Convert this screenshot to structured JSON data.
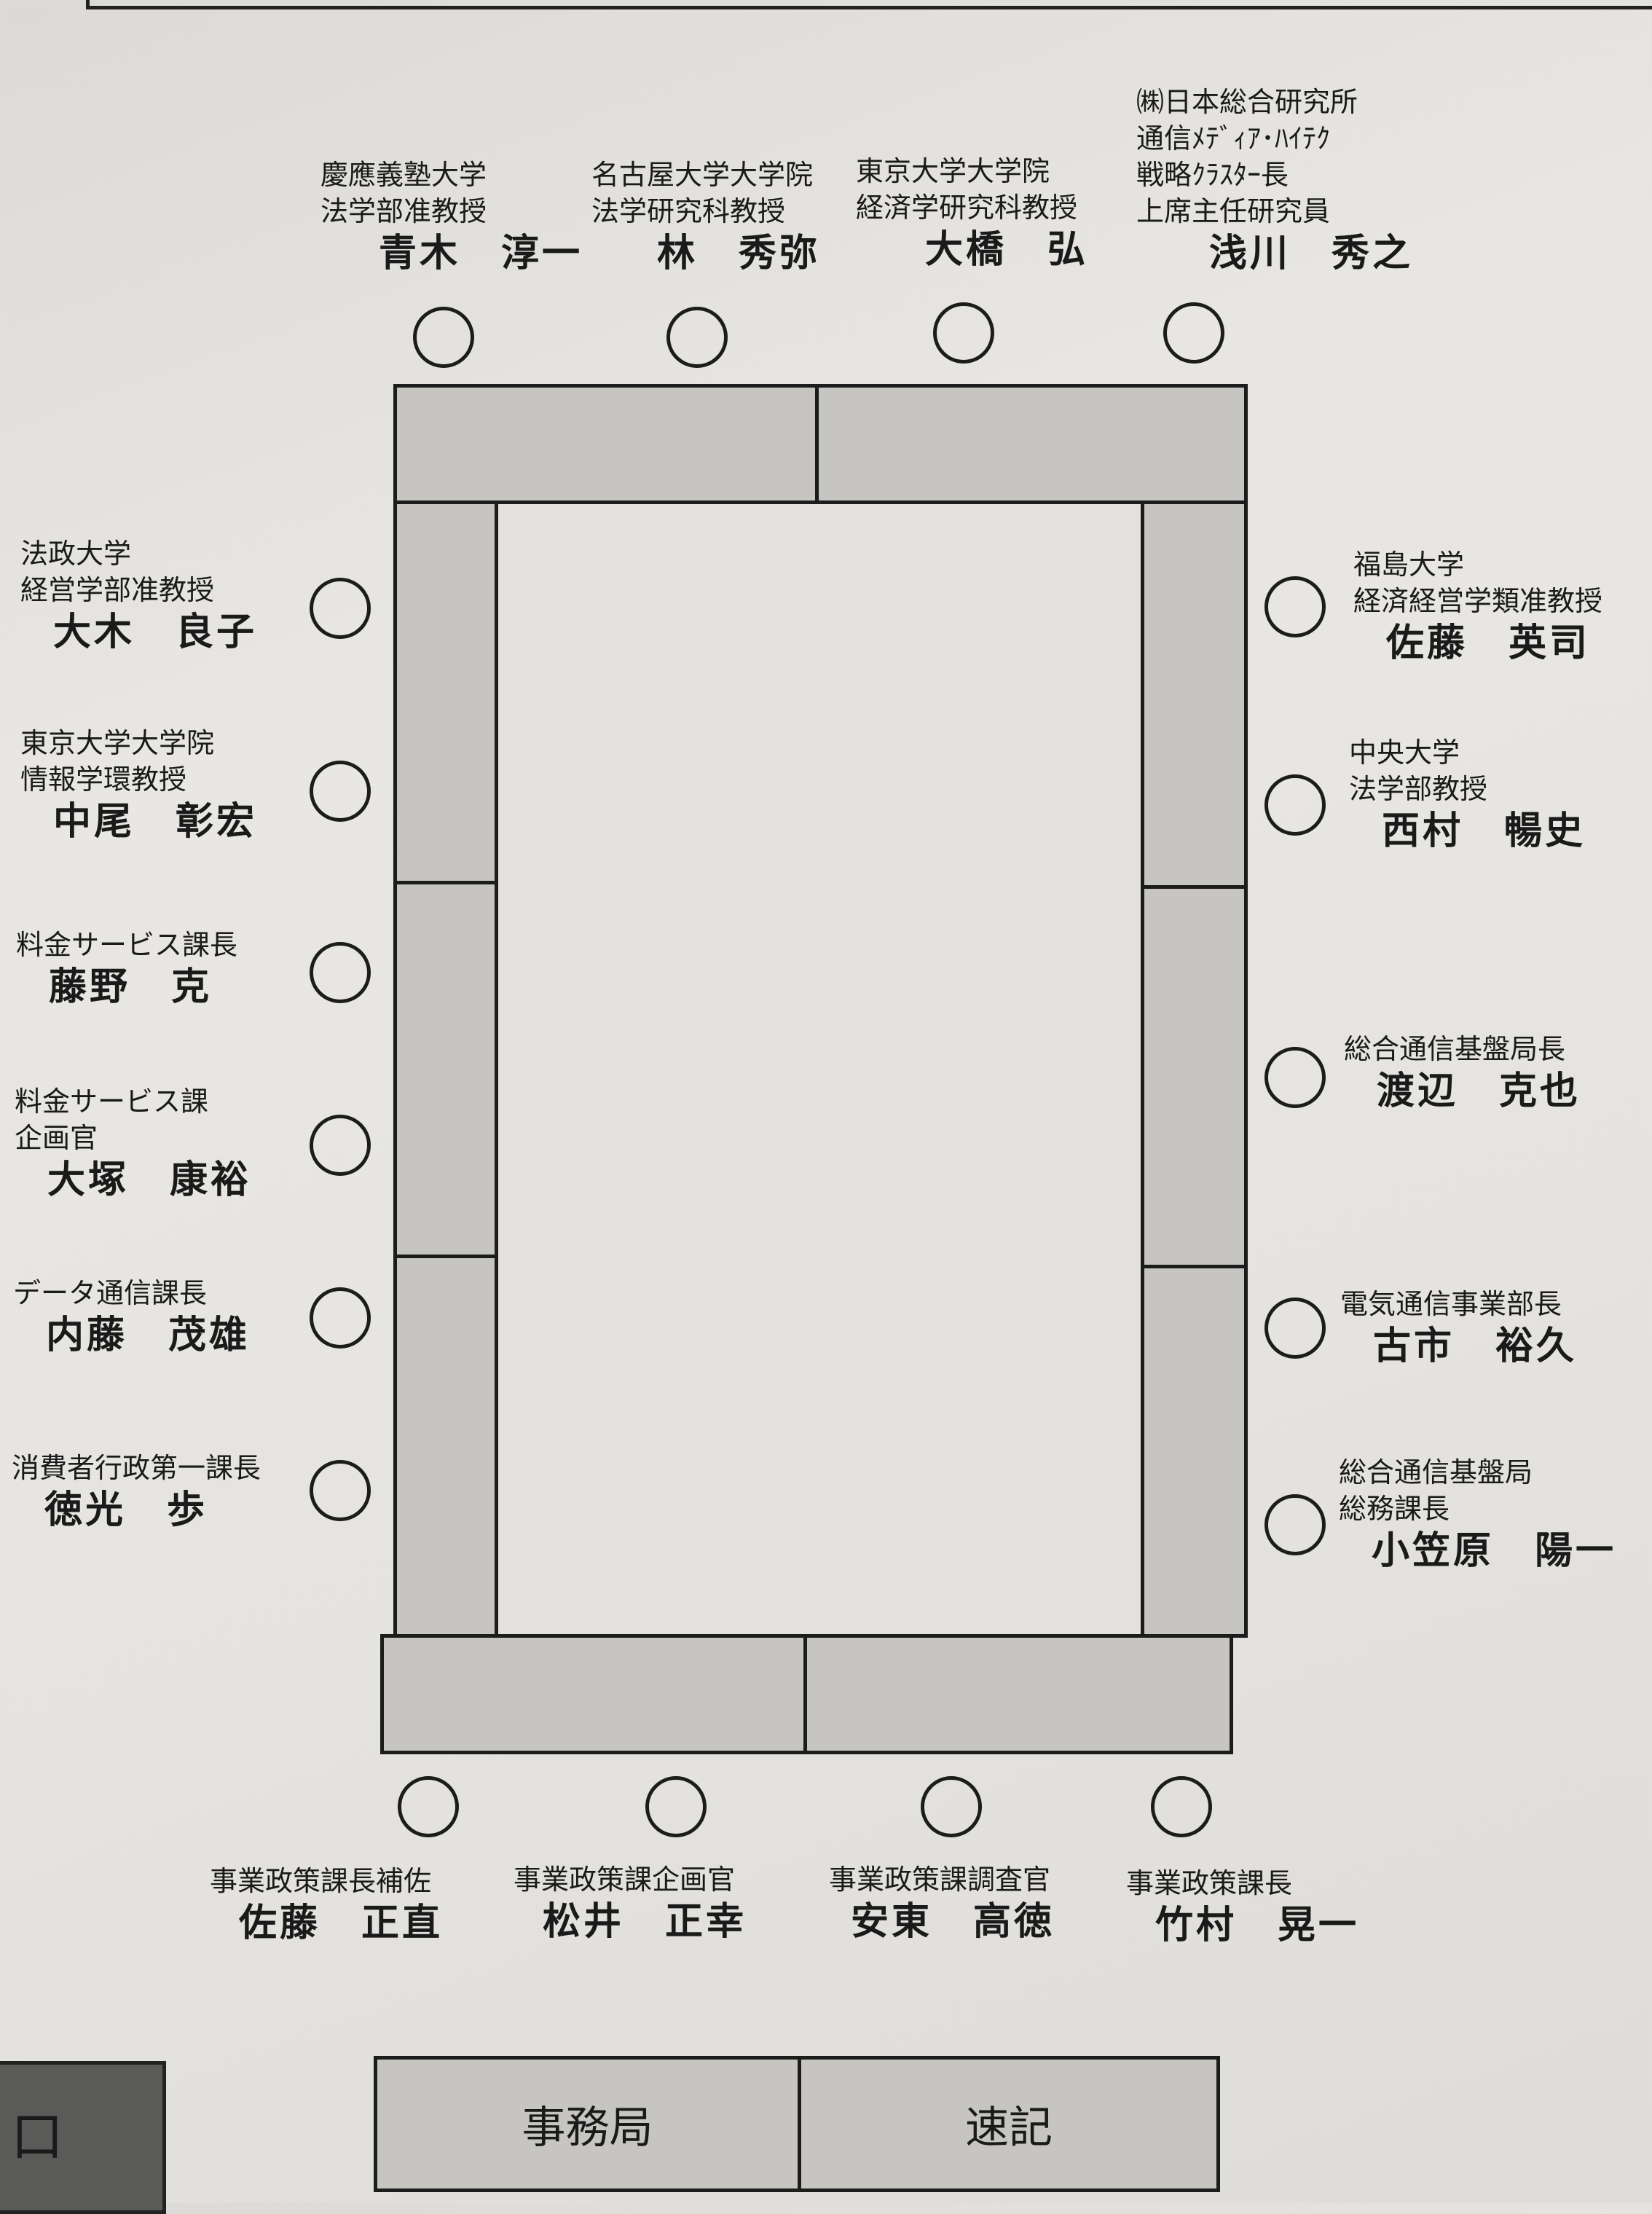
{
  "seats": {
    "top": [
      {
        "aff": [
          "慶應義塾大学",
          "法学部准教授"
        ],
        "name": "青木　淳一"
      },
      {
        "aff": [
          "名古屋大学大学院",
          "法学研究科教授"
        ],
        "name": "林　秀弥"
      },
      {
        "aff": [
          "東京大学大学院",
          "経済学研究科教授"
        ],
        "name": "大橋　弘"
      },
      {
        "aff": [
          "㈱日本総合研究所",
          "通信ﾒﾃﾞｨｱ･ﾊｲﾃｸ",
          "戦略ｸﾗｽﾀｰ長",
          "上席主任研究員"
        ],
        "name": "浅川　秀之"
      }
    ],
    "left": [
      {
        "aff": [
          "法政大学",
          "経営学部准教授"
        ],
        "name": "大木　良子"
      },
      {
        "aff": [
          "東京大学大学院",
          "情報学環教授"
        ],
        "name": "中尾　彰宏"
      },
      {
        "aff": [
          "料金サービス課長"
        ],
        "name": "藤野　克"
      },
      {
        "aff": [
          "料金サービス課",
          "企画官"
        ],
        "name": "大塚　康裕"
      },
      {
        "aff": [
          "データ通信課長"
        ],
        "name": "内藤　茂雄"
      },
      {
        "aff": [
          "消費者行政第一課長"
        ],
        "name": "徳光　歩"
      }
    ],
    "right": [
      {
        "aff": [
          "福島大学",
          "経済経営学類准教授"
        ],
        "name": "佐藤　英司"
      },
      {
        "aff": [
          "中央大学",
          "法学部教授"
        ],
        "name": "西村　暢史"
      },
      {
        "aff": [
          "総合通信基盤局長"
        ],
        "name": "渡辺　克也"
      },
      {
        "aff": [
          "電気通信事業部長"
        ],
        "name": "古市　裕久"
      },
      {
        "aff": [
          "総合通信基盤局",
          "総務課長"
        ],
        "name": "小笠原　陽一"
      }
    ],
    "bottom": [
      {
        "aff": [
          "事業政策課長補佐"
        ],
        "name": "佐藤　正直"
      },
      {
        "aff": [
          "事業政策課企画官"
        ],
        "name": "松井　正幸"
      },
      {
        "aff": [
          "事業政策課調査官"
        ],
        "name": "安東　高徳"
      },
      {
        "aff": [
          "事業政策課長"
        ],
        "name": "竹村　晃一"
      }
    ]
  },
  "footer": {
    "secretariat": "事務局",
    "stenographer": "速記",
    "entrance": "口"
  }
}
